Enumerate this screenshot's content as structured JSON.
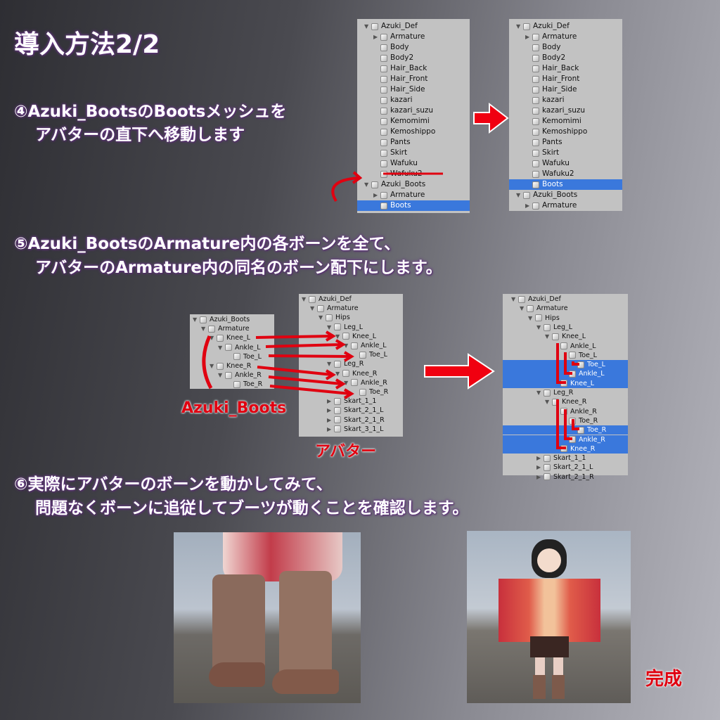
{
  "title": "導入方法2/2",
  "steps": {
    "s4_line1": "④Azuki_BootsのBootsメッシュを",
    "s4_line2": "アバターの直下へ移動します",
    "s5_line1": "⑤Azuki_BootsのArmature内の各ボーンを全て、",
    "s5_line2": "アバターのArmature内の同名のボーン配下にします。",
    "s6_line1": "⑥実際にアバターのボーンを動かしてみて、",
    "s6_line2": "問題なくボーンに追従してブーツが動くことを確認します。"
  },
  "annotations": {
    "boots_label": "Azuki_Boots",
    "avatar_label": "アバター",
    "done_label": "完成"
  },
  "colors": {
    "selection": "#3a78dc",
    "arrow": "#e00010"
  },
  "panels": [
    {
      "name": "hierarchy-before",
      "items": [
        {
          "label": "Azuki_Def",
          "level": 0,
          "arrow": "down"
        },
        {
          "label": "Armature",
          "level": 1,
          "arrow": "right"
        },
        {
          "label": "Body",
          "level": 1
        },
        {
          "label": "Body2",
          "level": 1
        },
        {
          "label": "Hair_Back",
          "level": 1
        },
        {
          "label": "Hair_Front",
          "level": 1
        },
        {
          "label": "Hair_Side",
          "level": 1
        },
        {
          "label": "kazari",
          "level": 1
        },
        {
          "label": "kazari_suzu",
          "level": 1
        },
        {
          "label": "Kemomimi",
          "level": 1
        },
        {
          "label": "Kemoshippo",
          "level": 1
        },
        {
          "label": "Pants",
          "level": 1
        },
        {
          "label": "Skirt",
          "level": 1
        },
        {
          "label": "Wafuku",
          "level": 1
        },
        {
          "label": "Wafuku2",
          "level": 1
        },
        {
          "label": "Azuki_Boots",
          "level": 0,
          "arrow": "down"
        },
        {
          "label": "Armature",
          "level": 1,
          "arrow": "right"
        },
        {
          "label": "Boots",
          "level": 1,
          "selected": true
        }
      ]
    },
    {
      "name": "hierarchy-after",
      "items": [
        {
          "label": "Azuki_Def",
          "level": 0,
          "arrow": "down"
        },
        {
          "label": "Armature",
          "level": 1,
          "arrow": "right"
        },
        {
          "label": "Body",
          "level": 1
        },
        {
          "label": "Body2",
          "level": 1
        },
        {
          "label": "Hair_Back",
          "level": 1
        },
        {
          "label": "Hair_Front",
          "level": 1
        },
        {
          "label": "Hair_Side",
          "level": 1
        },
        {
          "label": "kazari",
          "level": 1
        },
        {
          "label": "kazari_suzu",
          "level": 1
        },
        {
          "label": "Kemomimi",
          "level": 1
        },
        {
          "label": "Kemoshippo",
          "level": 1
        },
        {
          "label": "Pants",
          "level": 1
        },
        {
          "label": "Skirt",
          "level": 1
        },
        {
          "label": "Wafuku",
          "level": 1
        },
        {
          "label": "Wafuku2",
          "level": 1
        },
        {
          "label": "Boots",
          "level": 1,
          "selected": true
        },
        {
          "label": "Azuki_Boots",
          "level": 0,
          "arrow": "down"
        },
        {
          "label": "Armature",
          "level": 1,
          "arrow": "right"
        }
      ]
    },
    {
      "name": "boots-armature",
      "items": [
        {
          "label": "Azuki_Boots",
          "level": 0,
          "arrow": "down"
        },
        {
          "label": "Armature",
          "level": 1,
          "arrow": "down"
        },
        {
          "label": "Knee_L",
          "level": 2,
          "arrow": "down"
        },
        {
          "label": "Ankle_L",
          "level": 3,
          "arrow": "down"
        },
        {
          "label": "Toe_L",
          "level": 4
        },
        {
          "label": "Knee_R",
          "level": 2,
          "arrow": "down"
        },
        {
          "label": "Ankle_R",
          "level": 3,
          "arrow": "down"
        },
        {
          "label": "Toe_R",
          "level": 4
        }
      ]
    },
    {
      "name": "avatar-armature",
      "items": [
        {
          "label": "Azuki_Def",
          "level": 0,
          "arrow": "down"
        },
        {
          "label": "Armature",
          "level": 1,
          "arrow": "down"
        },
        {
          "label": "Hips",
          "level": 2,
          "arrow": "down"
        },
        {
          "label": "Leg_L",
          "level": 3,
          "arrow": "down"
        },
        {
          "label": "Knee_L",
          "level": 4,
          "arrow": "down"
        },
        {
          "label": "Ankle_L",
          "level": 5,
          "arrow": "down"
        },
        {
          "label": "Toe_L",
          "level": 6
        },
        {
          "label": "Leg_R",
          "level": 3,
          "arrow": "down"
        },
        {
          "label": "Knee_R",
          "level": 4,
          "arrow": "down"
        },
        {
          "label": "Ankle_R",
          "level": 5,
          "arrow": "down"
        },
        {
          "label": "Toe_R",
          "level": 6
        },
        {
          "label": "Skart_1_1",
          "level": 3,
          "arrow": "right"
        },
        {
          "label": "Skart_2_1_L",
          "level": 3,
          "arrow": "right"
        },
        {
          "label": "Skart_2_1_R",
          "level": 3,
          "arrow": "right"
        },
        {
          "label": "Skart_3_1_L",
          "level": 3,
          "arrow": "right"
        }
      ]
    },
    {
      "name": "avatar-armature-result",
      "items": [
        {
          "label": "Azuki_Def",
          "level": 0,
          "arrow": "down"
        },
        {
          "label": "Armature",
          "level": 1,
          "arrow": "down"
        },
        {
          "label": "Hips",
          "level": 2,
          "arrow": "down"
        },
        {
          "label": "Leg_L",
          "level": 3,
          "arrow": "down"
        },
        {
          "label": "Knee_L",
          "level": 4,
          "arrow": "down"
        },
        {
          "label": "Ankle_L",
          "level": 5
        },
        {
          "label": "Toe_L",
          "level": 6
        },
        {
          "label": "Toe_L",
          "level": 7,
          "selected": true
        },
        {
          "label": "Ankle_L",
          "level": 6,
          "selected": true
        },
        {
          "label": "Knee_L",
          "level": 5,
          "selected": true
        },
        {
          "label": "Leg_R",
          "level": 3,
          "arrow": "down"
        },
        {
          "label": "Knee_R",
          "level": 4,
          "arrow": "down"
        },
        {
          "label": "Ankle_R",
          "level": 5
        },
        {
          "label": "Toe_R",
          "level": 6
        },
        {
          "label": "Toe_R",
          "level": 7,
          "selected": true
        },
        {
          "label": "Ankle_R",
          "level": 6,
          "selected": true
        },
        {
          "label": "Knee_R",
          "level": 5,
          "selected": true
        },
        {
          "label": "Skart_1_1",
          "level": 3,
          "arrow": "right"
        },
        {
          "label": "Skart_2_1_L",
          "level": 3,
          "arrow": "right"
        },
        {
          "label": "Skart_2_1_R",
          "level": 3,
          "arrow": "right"
        }
      ]
    }
  ]
}
